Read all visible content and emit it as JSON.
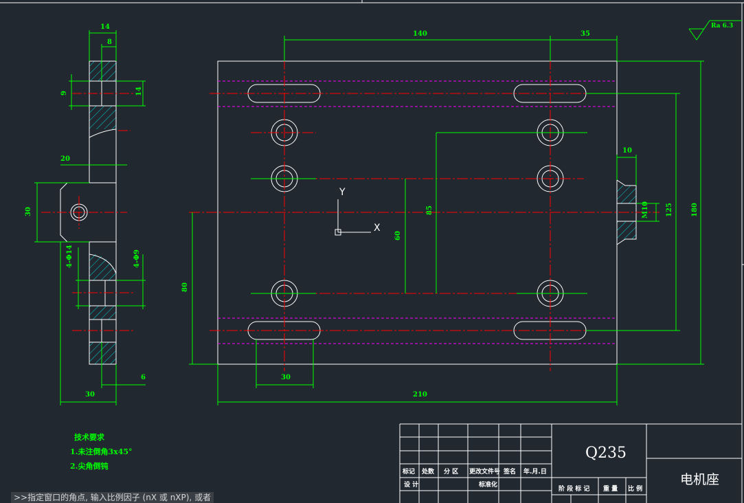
{
  "drawing": {
    "dims_side": {
      "top_width": "14",
      "inner_width": "8",
      "hole_h": "9",
      "hole_h2": "14",
      "boss": "20",
      "height": "30",
      "hole_note_left": "4-Φ14",
      "hole_note_right": "4-Φ9",
      "thickness": "6",
      "base_width": "30"
    },
    "dims_main": {
      "top_left": "140",
      "top_right": "35",
      "right_small": "10",
      "rod": "M10",
      "right_inner": "125",
      "right_outer": "180",
      "mid_inner": "85",
      "mid_left": "60",
      "left_height": "80",
      "bottom_slot": "30",
      "bottom_total": "210"
    },
    "roughness": "Ra 6.3",
    "ucs": {
      "y": "Y",
      "x": "X"
    },
    "tech_requirements": {
      "title": "技术要求",
      "item1": "1.未注倒角3x45°",
      "item2": "2.尖角倒钝"
    }
  },
  "title_block": {
    "material": "Q235",
    "part_name": "电机座",
    "headers": {
      "mark": "标记",
      "count": "处数",
      "zone": "分 区",
      "change_doc": "更改文件号",
      "signature": "签名",
      "date": "年.月.日",
      "design": "设 计",
      "standard": "标准化",
      "stage": "阶 段 标 记",
      "weight": "重 量",
      "scale": "比 例"
    }
  },
  "command_line": {
    "prompt": ">>指定窗口的角点, 输入比例因子 (nX 或 nXP), 或者"
  },
  "colors": {
    "background": "#212830",
    "outline": "#ffffff",
    "dimension": "#00ff00",
    "center": "#ff0000",
    "hidden": "#ff00ff",
    "hatch": "#00d8d8"
  }
}
